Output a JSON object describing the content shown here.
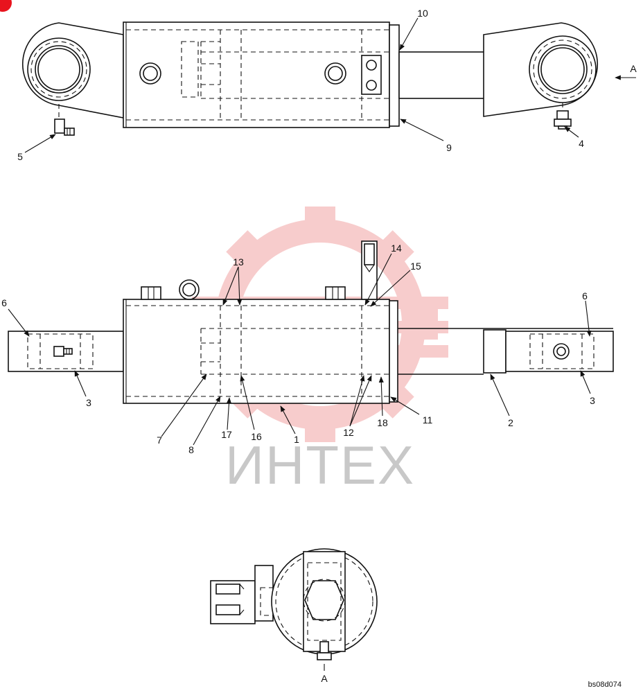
{
  "watermark": {
    "text": "ИНТЕХ",
    "color": "#f5c5c5"
  },
  "brand_badge": {
    "color": "#e8141e"
  },
  "figure_id": "bs08d074",
  "view_label": "A",
  "top_view_callouts": [
    "10",
    "9",
    "5",
    "4",
    "A"
  ],
  "side_view_callouts": [
    "13",
    "14",
    "15",
    "6",
    "6",
    "3",
    "3",
    "7",
    "8",
    "17",
    "16",
    "1",
    "12",
    "18",
    "11",
    "2"
  ]
}
